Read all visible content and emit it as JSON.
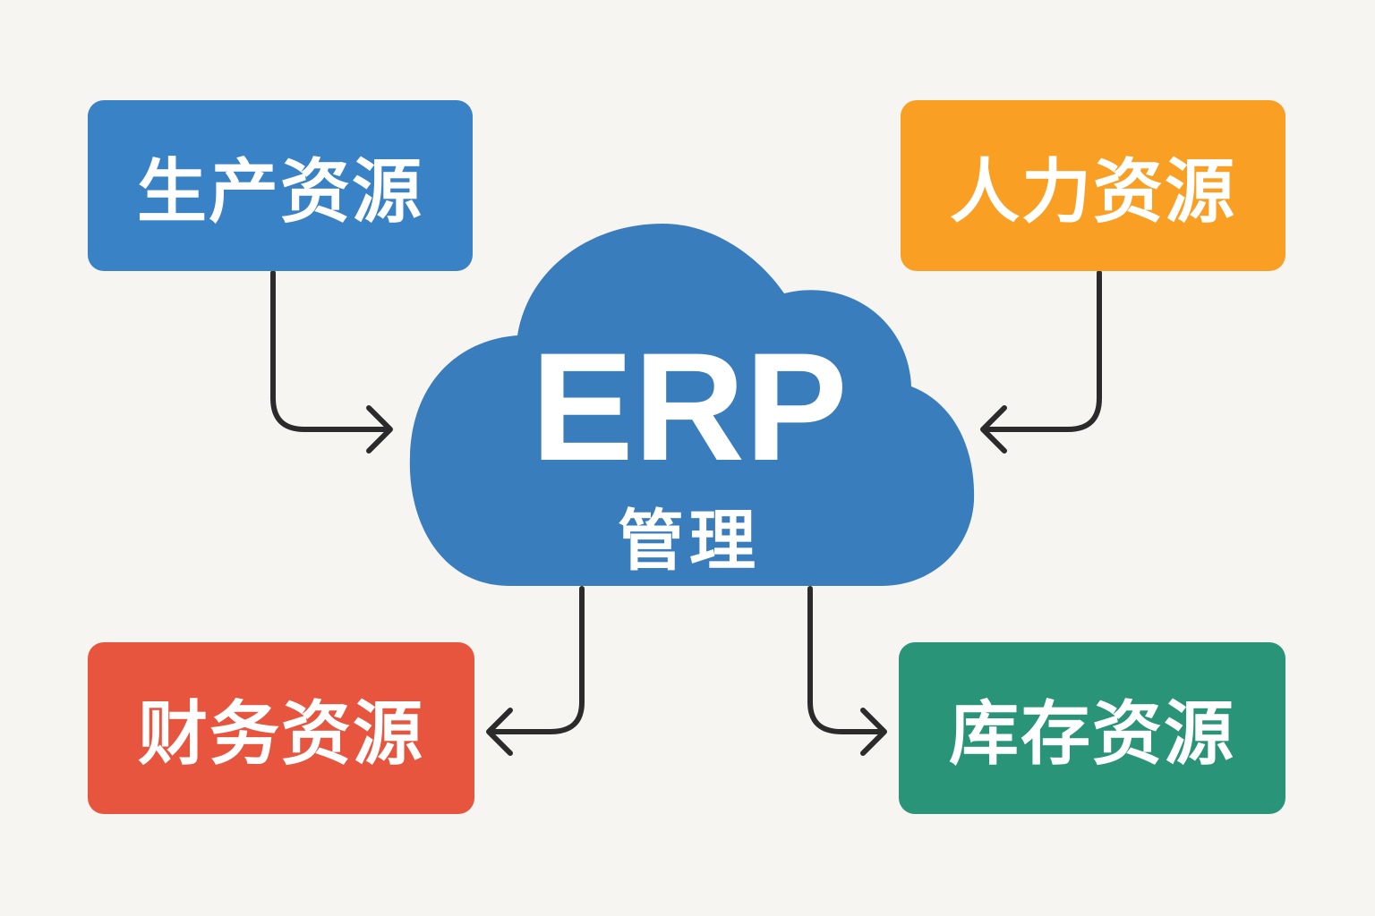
{
  "center": {
    "title": "ERP",
    "subtitle": "管理",
    "color": "#3a7dbd"
  },
  "nodes": [
    {
      "label": "生产资源",
      "color": "#3a82c6"
    },
    {
      "label": "人力资源",
      "color": "#f9a024"
    },
    {
      "label": "财务资源",
      "color": "#e8553f"
    },
    {
      "label": "库存资源",
      "color": "#2a9478"
    }
  ],
  "arrow_color": "#2b2b2b"
}
